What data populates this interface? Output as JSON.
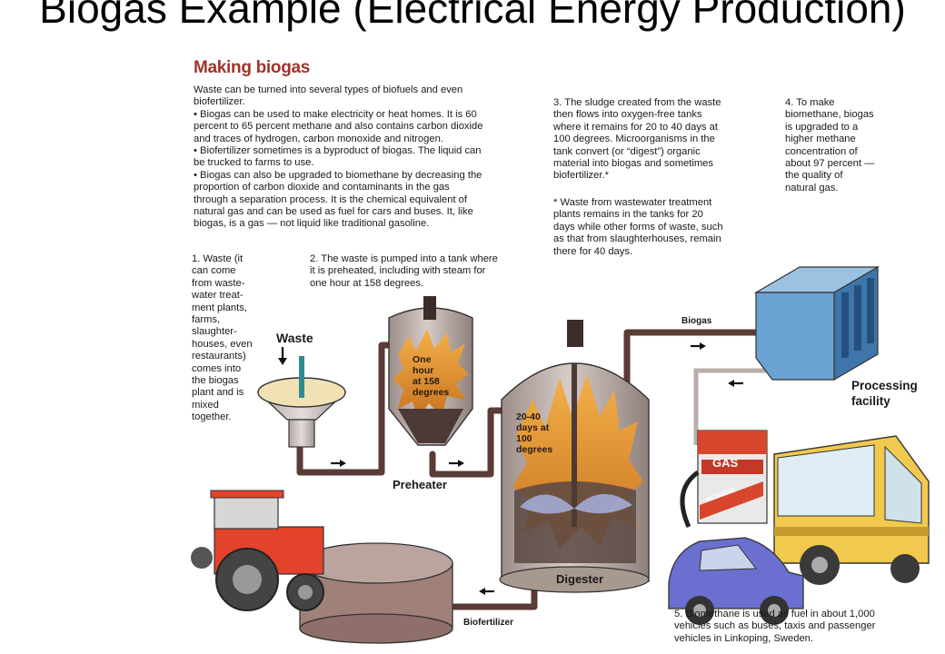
{
  "slide": {
    "title": "Biogas Example (Electrical Energy Production)"
  },
  "figure": {
    "heading": "Making biogas",
    "intro": "Waste can be turned into several types of biofuels and even\nbiofertilizer.\n• Biogas can be used to make electricity or heat homes.  It is 60\npercent to 65 percent methane and also contains carbon dioxide\nand traces of hydrogen, carbon monoxide and nitrogen.\n• Biofertilizer sometimes is a byproduct of biogas. The liquid can\nbe trucked to farms to use.\n• Biogas can also be upgraded to biomethane by decreasing the\nproportion of carbon dioxide and contaminants in the gas\nthrough a separation process. It is the chemical equivalent of\nnatural gas and can be used as fuel for cars and buses. It, like\nbiogas, is a gas — not liquid like traditional gasoline.",
    "step1": "1. Waste (it\ncan come\nfrom waste-\nwater treat-\nment plants,\nfarms,\nslaughter-\nhouses, even\nrestaurants)\ncomes into\nthe biogas\nplant and is\nmixed\ntogether.",
    "step2": "2. The waste is pumped into a tank where\nit is preheated, including with steam for\none hour at 158 degrees.",
    "step3": "3. The sludge created from the waste\nthen flows into oxygen-free tanks\nwhere it remains for 20 to 40 days at\n100 degrees. Microorganisms in the\ntank convert (or “digest”) organic\nmaterial into biogas and sometimes\nbiofertilizer.*",
    "footnote": "* Waste from wastewater treatment\nplants remains in the tanks for 20\ndays while other forms of waste, such\nas that from slaughterhouses, remain\nthere for 40 days.",
    "step4": "4.  To make\nbiomethane, biogas\nis upgraded to a\nhigher methane\nconcentration of\nabout 97 percent —\nthe quality of\nnatural gas.",
    "step5": "5. Biomethane is used as fuel in about 1,000\nvehicles such as buses, taxis and passenger\nvehicles in Linkoping, Sweden.",
    "labels": {
      "waste": "Waste",
      "preheater": "Preheater",
      "preheater_note": "One\nhour\nat 158\ndegrees",
      "digester": "Digester",
      "digester_note": "20-40\ndays at\n100\ndegrees",
      "biogas": "Biogas",
      "processing": "Processing\nfacility",
      "biofertilizer": "Biofertilizer",
      "pump_gas": "GAS",
      "pump_methane": "METHANE"
    }
  },
  "colors": {
    "heading": "#a0342a",
    "pipe": "#5a3b35",
    "tank": "#b8a9a4",
    "fire": "#e49a36",
    "facility": "#5e97c9",
    "tractor": "#e2432a",
    "bus": "#f1c94e",
    "car": "#6a6fd0"
  }
}
